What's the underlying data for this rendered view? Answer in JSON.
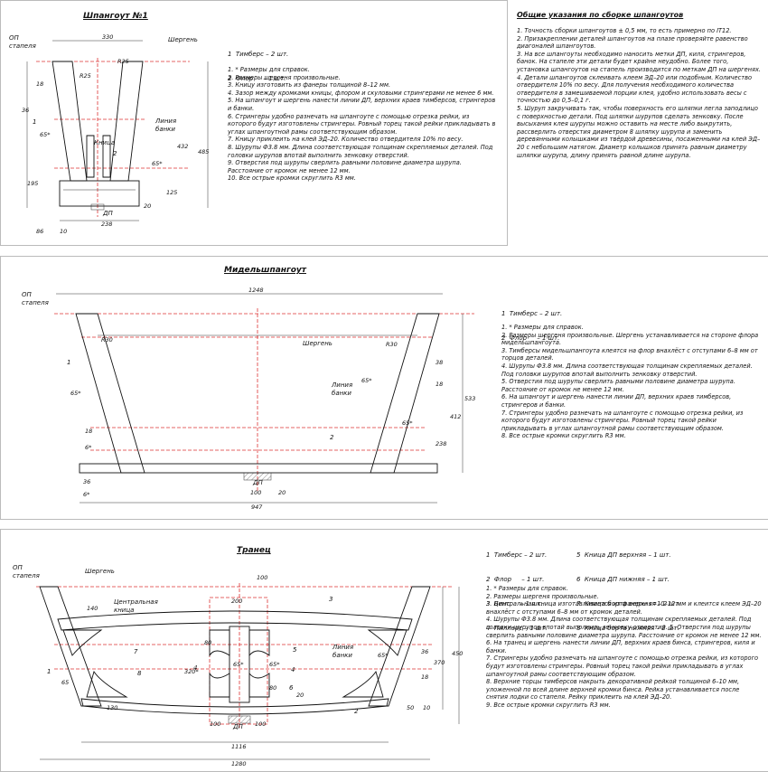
{
  "frame1": {
    "title": "Шпангоут №1",
    "labels": {
      "op": "ОП\nстапеля",
      "shergen": "Шергень",
      "knica": "Кница",
      "liniya": "Линия\nбанки",
      "dp": "ДП"
    },
    "dims": {
      "w330": "330",
      "r25a": "R25",
      "r25b": "R25",
      "d18": "18",
      "d36": "36",
      "d65": "65*",
      "d195": "195",
      "d432": "432",
      "d485": "485",
      "d65b": "65*",
      "d125": "125",
      "d20": "20",
      "d238": "238",
      "d86": "86",
      "d10": "10",
      "d1": "1",
      "d2": "2"
    },
    "parts": [
      "1  Тимберс – 2 шт.",
      "2  Флор     – 1 шт."
    ],
    "notes": [
      "1. * Размеры для справок.",
      "2. Размеры шергеня произвольные.",
      "3. Кницу изготовить из фанеры толщиной 8–12 мм.",
      "4. Зазор между кромками кницы, флором и скуловыми стрингерами не менее 6 мм.",
      "5. На шпангоут и шергень нанести линии ДП, верхних краев тимберсов, стрингеров и банки.",
      "6. Стрингеры удобно разнечать на шпангоуте с помощью отрезка рейки, из которого будут изготовлены стрингеры. Ровный торец такой рейки прикладывать в углах шпангоутной рамы соответствующим образом.",
      "7. Кницу приклеить на клей ЭД–20. Количество отвердителя 10% по весу.",
      "8. Шурупы Ф3.8 мм. Длина соответствующая толщинам скрепляемых деталей. Под головки шурупов впотай выполнить зенковку отверстий.",
      "9. Отверстия под шурупы сверлить равными половине диаметра шурупа. Расстояние от кромок не менее 12 мм.",
      "10. Все острые кромки скруглить R3 мм."
    ]
  },
  "general": {
    "title": "Общие указания по сборке шпангоутов",
    "notes": [
      "1. Точность сборки шпангоутов ± 0,5 мм, то есть примерно по IT12.",
      "2. Призакреплении деталей шпангоутов на плазе проверяйте равенство диагоналей шпангоутов.",
      "3. На все шпангоуты необходимо наносить метки ДП, киля, стрингеров, банок. На стапеле эти детали будет крайне неудобно. Более того, установка шпангоутов на стапель производится по меткам ДП на шергенях.",
      "4. Детали шпангоутов склеивать клеем ЭД–20 или подобным. Количество отвердителя 10% по весу. Для получения необходимого количества отвердителя в замешиваемой порции клея, удобно использовать весы с точностью до 0,5–0,1 г.",
      "5. Шуруп закручивать так, чтобы поверхность его шляпки легла заподлицо с поверхностью детали. Под шляпки шурупов сделать зенковку. После высыхания клея шурупы можно оставить на месте либо выкрутить, рассверлить отверстия диаметром 8 шляпку шурупа и заменить деревянными колышками из твёрдой древесины, посаженными на клей ЭД–20 с небольшим натягом. Диаметр колышков принять равным диаметру шляпки шурупа, длину принять равной длине шурупа."
    ]
  },
  "frame2": {
    "title": "Мидельшпангоут",
    "labels": {
      "op": "ОП\nстапеля",
      "shergen": "Шергень",
      "liniya": "Линия\nбанки",
      "dp": "ДП"
    },
    "dims": {
      "w1248": "1248",
      "r30a": "R30",
      "r30b": "R30",
      "d65a": "65*",
      "d65b": "65*",
      "d65c": "65*",
      "d18": "18",
      "d6a": "6*",
      "d6b": "6*",
      "d36": "36",
      "d38": "38",
      "d18b": "18",
      "d412": "412",
      "d533": "533",
      "d238": "238",
      "d100": "100",
      "d947": "947",
      "d20": "20",
      "d1": "1",
      "d2": "2"
    },
    "parts": [
      "1  Тимберс – 2 шт.",
      "2  Флор     – 1 шт."
    ],
    "notes": [
      "1. * Размеры для справок.",
      "2. Размеры шергеня произвольные. Шергень устанавливается на стороне флора мидельшпангоута.",
      "3. Тимберсы мидельшпангоута клеятся на флор внахлёст с отступами 6–8 мм от торцов деталей.",
      "4. Шурупы Ф3.8 мм. Длина соответствующая толщинам скрепляемых деталей. Под головки шурупов впотай выполнить зенковку отверстий.",
      "5. Отверстия под шурупы сверлить равными половине диаметра шурупа. Расстояние от кромок не менее 12 мм.",
      "6. На шпангоут и шергень нанести линии ДП, верхних краев тимберсов, стрингеров и банки.",
      "7. Стрингеры удобно разнечать на шпангоуте с помощью отрезка рейки, из которого будут изготовлены стрингеры. Ровный торец такой рейки прикладывать в углах шпангоутной рамы соответствующим образом.",
      "8. Все острые кромки скруглить R3 мм."
    ]
  },
  "frame3": {
    "title": "Транец",
    "labels": {
      "op": "ОП\nстапеля",
      "shergen": "Шергень",
      "centr": "Центральная\nкница",
      "liniya": "Линия\nбанки",
      "dp": "ДП"
    },
    "dims": {
      "d100t": "100",
      "d140": "140",
      "d200": "200",
      "d80a": "80",
      "d320": "320*",
      "d65a": "65*",
      "d65b": "65*",
      "d80b": "80",
      "d20a": "20",
      "d65c": "65*",
      "d18": "18",
      "d36": "36",
      "d370": "370",
      "d450": "450",
      "d65d": "65",
      "d130": "130",
      "d100a": "100",
      "d100b": "100",
      "d1116": "1116",
      "d1280": "1280",
      "d50": "50",
      "d10": "10",
      "d1": "1",
      "d2": "2",
      "d3": "3",
      "d4a": "4",
      "d4b": "4",
      "d5": "5",
      "d6": "6",
      "d7": "7",
      "d8": "8"
    },
    "parts_left": [
      "1  Тимберс – 2 шт.",
      "2  Флор     – 1 шт.",
      "3  Бинс     – 1 шт.",
      "4  Пиллерс – 1 шт."
    ],
    "parts_right": [
      "5  Кница ДП верхняя – 1 шт.",
      "6  Кница ДП нижняя – 1 шт.",
      "7  Кница борта верхняя – 2 шт.",
      "8  Кница борта нижняя – 2 шт."
    ],
    "notes": [
      "1. * Размеры для справок.",
      "2. Размеры шергеня произвольные.",
      "3. Центральная кница изготавливается из фанеры s=10–12 мм и клеится клеем ЭД–20 внахлёст с отступами 6–8 мм от кромок деталей.",
      "4. Шурупы Ф3.8 мм. Длина соответствующая толщинам скрепляемых деталей. Под головки шурупов впотай выполнить зенковку отверстий. 5. Отверстия под шурупы сверлить равными половине диаметра шурупа. Расстояние от кромок не менее 12 мм.",
      "6. На транец и шергень нанести линии ДП, верхних краев бинса, стрингеров, киля и банки.",
      "7. Стрингеры удобно разнечать на шпангоуте с помощью отрезка рейки, из которого будут изготовлены стрингеры. Ровный торец такой рейки прикладывать в углах шпангоутной рамы соответствующим образом.",
      "8. Верхние торцы тимберсов накрыть декоративной рейкой толщиной 6–10 мм, уложенной по всей длине верхней кромки бинса. Рейка устанавливается после снятия лодки со стапеля. Рейку приклеить на клей ЭД–20.",
      "9. Все острые кромки скруглить R3 мм."
    ]
  }
}
